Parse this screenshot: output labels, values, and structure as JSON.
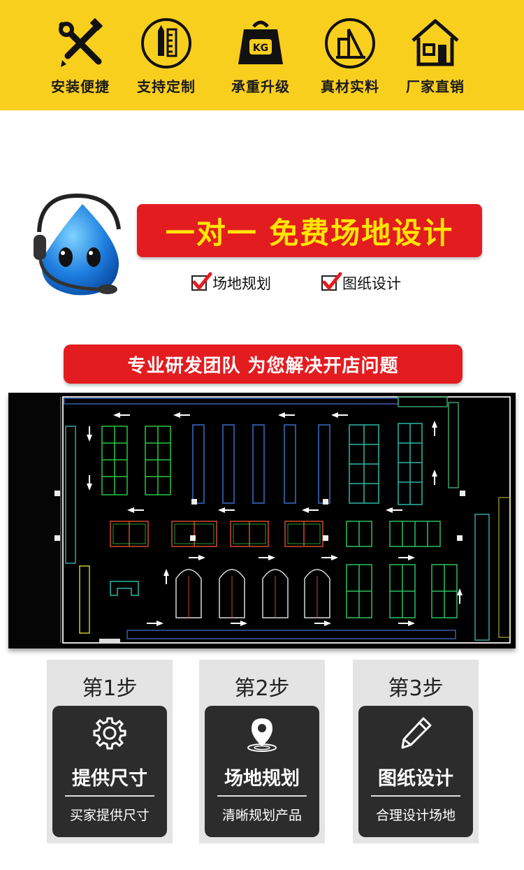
{
  "features": [
    {
      "label": "安装便捷",
      "icon": "wrench-screwdriver-icon"
    },
    {
      "label": "支持定制",
      "icon": "ruler-pencil-icon"
    },
    {
      "label": "承重升级",
      "icon": "weight-kg-icon"
    },
    {
      "label": "真材实料",
      "icon": "material-icon"
    },
    {
      "label": "厂家直销",
      "icon": "factory-house-icon"
    }
  ],
  "weight_icon_text": "KG",
  "design": {
    "headline": "一对一 免费场地设计",
    "checks": [
      "场地规划",
      "图纸设计"
    ],
    "team_banner": "专业研发团队 为您解决开店问题"
  },
  "steps": [
    {
      "num": "第1步",
      "title": "提供尺寸",
      "sub": "买家提供尺寸",
      "icon": "gear-icon"
    },
    {
      "num": "第2步",
      "title": "场地规划",
      "sub": "清晰规划产品",
      "icon": "location-pin-icon"
    },
    {
      "num": "第3步",
      "title": "图纸设计",
      "sub": "合理设计场地",
      "icon": "pencil-icon"
    }
  ],
  "colors": {
    "yellow": "#f9cf1e",
    "red": "#e31c20",
    "headline_yellow": "#ffe600",
    "card": "#2c2c2c"
  }
}
